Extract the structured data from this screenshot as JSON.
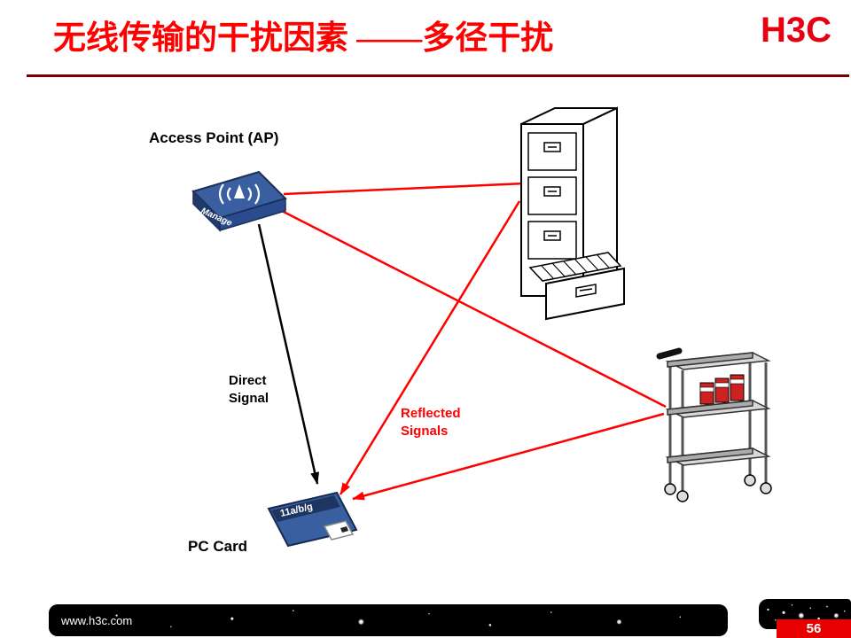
{
  "slide": {
    "title": "无线传输的干扰因素 ——多径干扰",
    "logo_text": "H3C"
  },
  "diagram": {
    "ap_label": "Access Point (AP)",
    "ap_device_text": "Manage",
    "direct_signal_label": "Direct\nSignal",
    "reflected_signals_label": "Reflected\nSignals",
    "pc_card_label": "PC Card",
    "pc_card_text": "11a/b/g"
  },
  "footer": {
    "url": "www.h3c.com",
    "page_number": "56"
  },
  "colors": {
    "title_red": "#ff0000",
    "divider_maroon": "#7a0000",
    "signal_red": "#ff0000",
    "device_blue": "#3a5fa0",
    "device_blue_dark": "#1d3560",
    "footer_red": "#e60000",
    "cart_gray": "#d9d9d9"
  }
}
